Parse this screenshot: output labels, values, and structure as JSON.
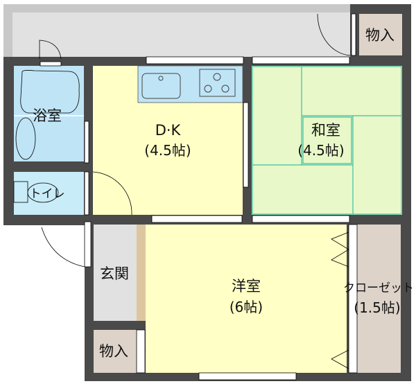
{
  "rooms": {
    "storage_top": {
      "label": "物入"
    },
    "bath": {
      "label": "浴室"
    },
    "toilet": {
      "label": "トイレ"
    },
    "dk": {
      "label": "D·K",
      "size": "(4.5帖)"
    },
    "washitsu": {
      "label": "和室",
      "size": "(4.5帖)"
    },
    "genkan": {
      "label": "玄関"
    },
    "youshitsu": {
      "label": "洋室",
      "size": "(6帖)"
    },
    "closet": {
      "label": "クローゼット",
      "size": "(1.5帖)"
    },
    "storage_bottom": {
      "label": "物入"
    }
  },
  "colors": {
    "wall": "#4a4a4a",
    "balcony": "#e1e1e1",
    "wet_area": "#bfe4f6",
    "dk_floor": "#ffffc6",
    "tatami": "#e8f8c8",
    "tatami_line": "#3cc0a0",
    "storage": "#ddd3c9"
  }
}
